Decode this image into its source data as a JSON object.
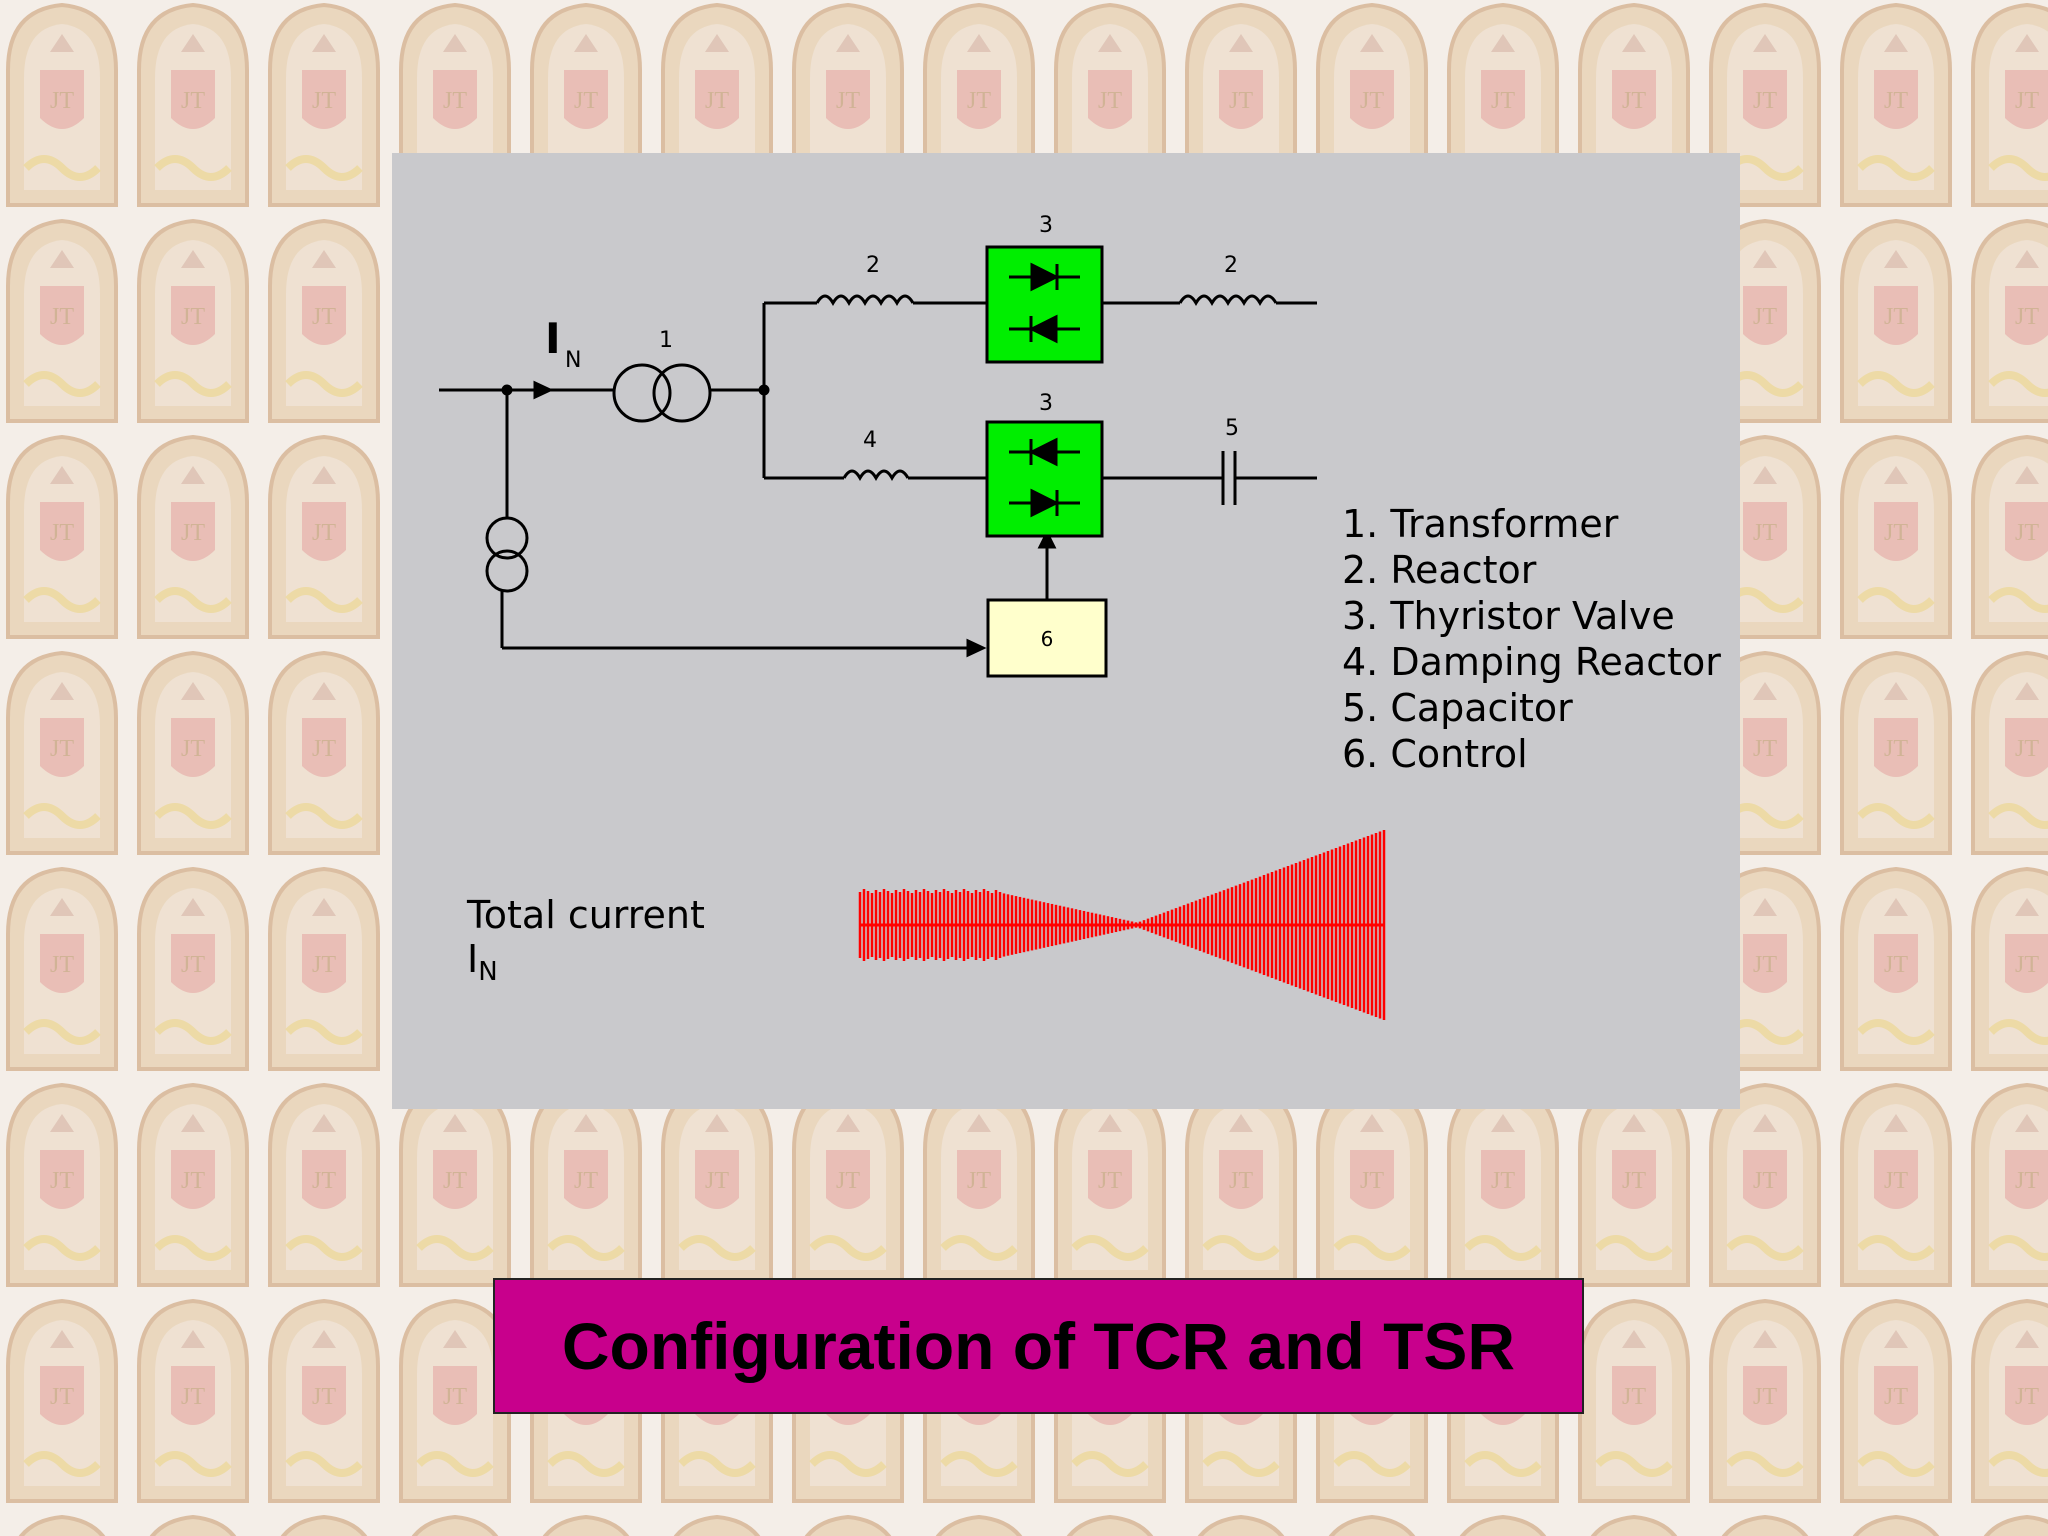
{
  "slide": {
    "title": "Configuration of TCR and TSR",
    "colors": {
      "panel_bg": "#c9c9cc",
      "valve_fill": "#00ee00",
      "control_fill": "#ffffcc",
      "waveform": "#ff0000",
      "title_bg": "#c8008c"
    }
  },
  "diagram": {
    "current_symbol": "I",
    "current_subscript": "N",
    "component_numbers": {
      "transformer": "1",
      "reactor_left": "2",
      "reactor_right": "2",
      "valve_top": "3",
      "valve_bottom": "3",
      "damping_reactor": "4",
      "capacitor": "5",
      "control": "6"
    },
    "legend": [
      "1. Transformer",
      "2. Reactor",
      "3. Thyristor Valve",
      "4. Damping Reactor",
      "5. Capacitor",
      "6. Control"
    ],
    "total_current_label": "Total current",
    "total_current_symbol": "I",
    "total_current_subscript": "N"
  }
}
